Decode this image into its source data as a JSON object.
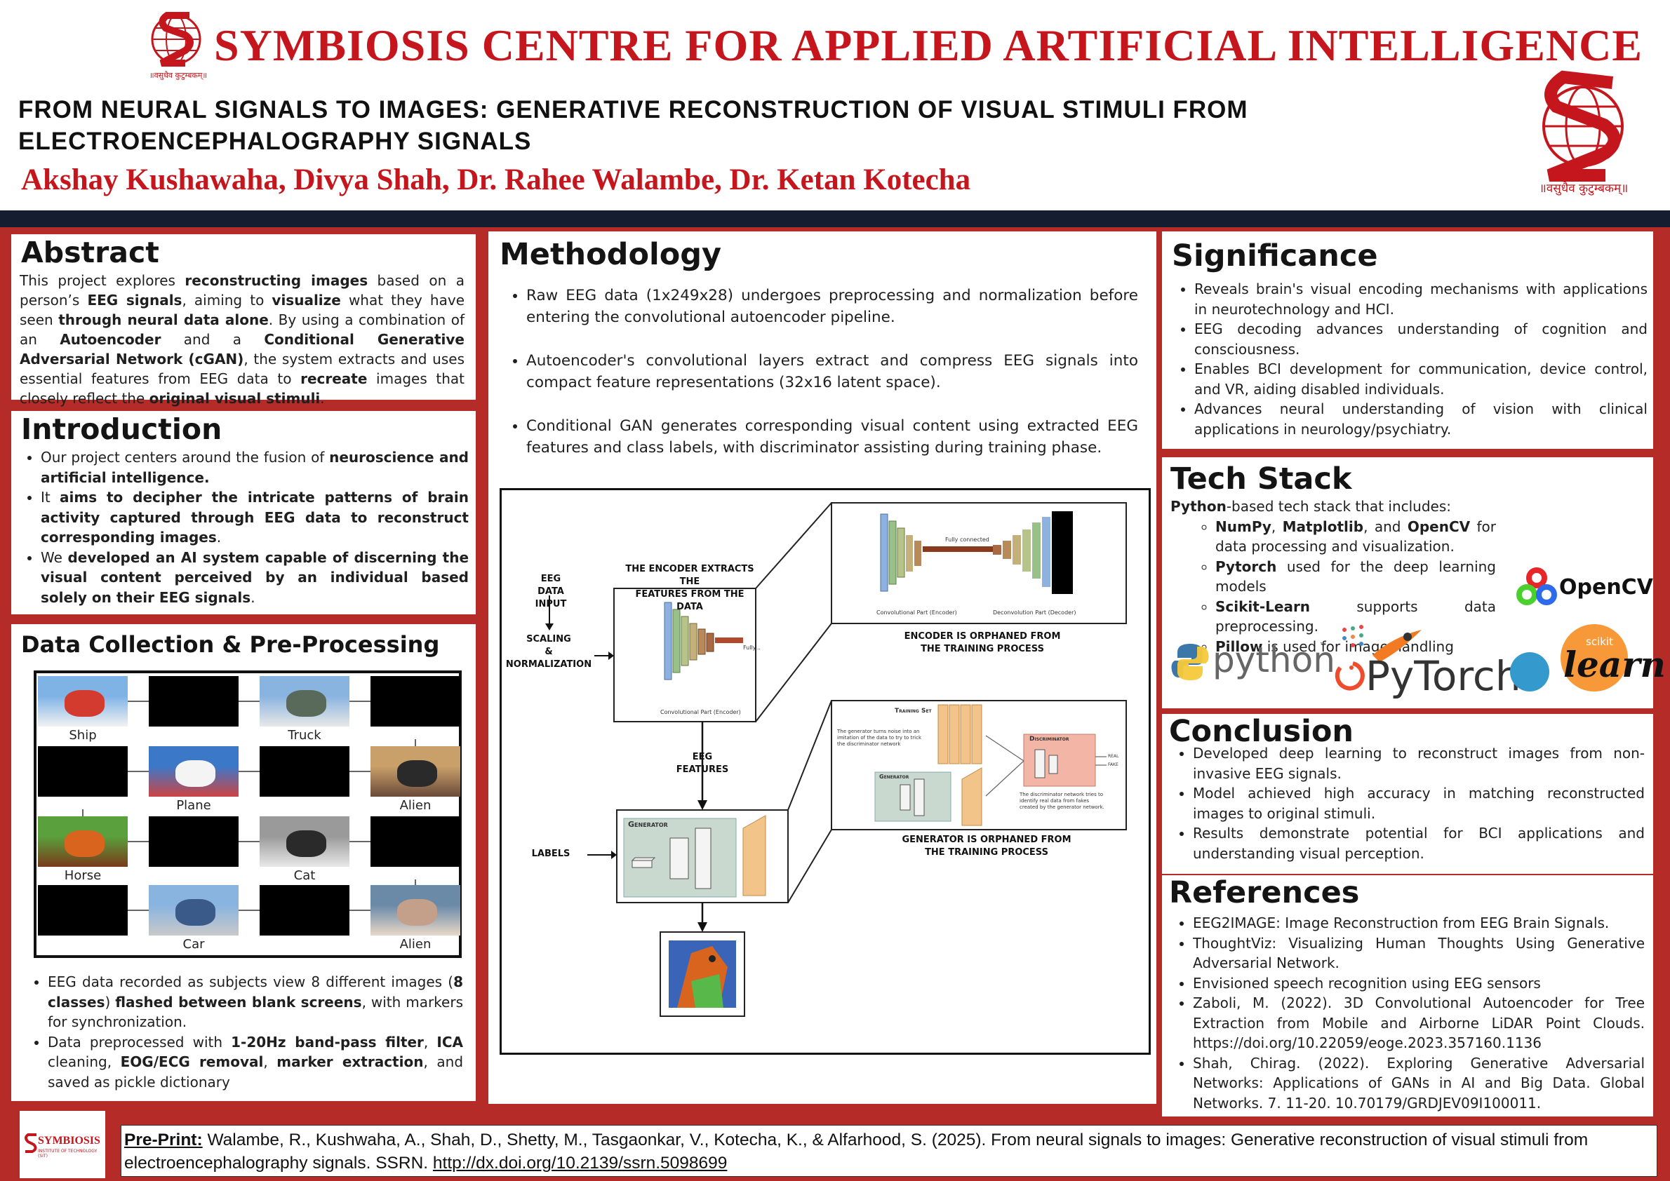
{
  "header": {
    "banner_title": "SYMBIOSIS CENTRE FOR APPLIED ARTIFICIAL INTELLIGENCE",
    "poster_title": "FROM NEURAL SIGNALS TO IMAGES: GENERATIVE RECONSTRUCTION OF VISUAL STIMULI FROM ELECTROENCEPHALOGRAPHY SIGNALS",
    "authors": "Akshay Kushawaha, Divya Shah, Dr. Rahee Walambe, Dr. Ketan Kotecha",
    "motto": "॥वसुधैव कुटुम्बकम्॥"
  },
  "abstract": {
    "heading": "Abstract",
    "parts": [
      {
        "t": "This project explores ",
        "b": false
      },
      {
        "t": "reconstructing images",
        "b": true
      },
      {
        "t": " based on a person’s ",
        "b": false
      },
      {
        "t": "EEG signals",
        "b": true
      },
      {
        "t": ", aiming to ",
        "b": false
      },
      {
        "t": "visualize",
        "b": true
      },
      {
        "t": " what they have seen ",
        "b": false
      },
      {
        "t": "through neural data alone",
        "b": true
      },
      {
        "t": ". By using a combination of an ",
        "b": false
      },
      {
        "t": "Autoencoder",
        "b": true
      },
      {
        "t": " and a ",
        "b": false
      },
      {
        "t": "Conditional Generative Adversarial Network (cGAN)",
        "b": true
      },
      {
        "t": ", the system extracts and uses essential features from EEG data to ",
        "b": false
      },
      {
        "t": "recreate",
        "b": true
      },
      {
        "t": " images that closely reflect the ",
        "b": false
      },
      {
        "t": "original visual stimuli",
        "b": true
      },
      {
        "t": ".",
        "b": false
      }
    ]
  },
  "introduction": {
    "heading": "Introduction",
    "items": [
      [
        {
          "t": "Our project centers around the fusion of ",
          "b": false
        },
        {
          "t": "neuroscience and artificial intelligence.",
          "b": true
        }
      ],
      [
        {
          "t": "It ",
          "b": false
        },
        {
          "t": "aims to decipher the intricate patterns of brain activity captured through EEG data to reconstruct corresponding images",
          "b": true
        },
        {
          "t": ".",
          "b": false
        }
      ],
      [
        {
          "t": "We ",
          "b": false
        },
        {
          "t": "developed an AI system capable of discerning the visual content perceived by an individual based solely on their EEG signals",
          "b": true
        },
        {
          "t": ".",
          "b": false
        }
      ]
    ]
  },
  "data_collection": {
    "heading": "Data Collection & Pre-Processing",
    "image_labels": [
      "Ship",
      "Truck",
      "Plane",
      "Alien",
      "Horse",
      "Cat",
      "Car",
      "Alien"
    ],
    "items": [
      [
        {
          "t": "EEG data recorded as subjects view 8 different images (",
          "b": false
        },
        {
          "t": "8 classes",
          "b": true
        },
        {
          "t": ") ",
          "b": false
        },
        {
          "t": "flashed between blank screens",
          "b": true
        },
        {
          "t": ", with markers for synchronization.",
          "b": false
        }
      ],
      [
        {
          "t": "Data preprocessed with ",
          "b": false
        },
        {
          "t": "1-20Hz band-pass filter",
          "b": true
        },
        {
          "t": ", ",
          "b": false
        },
        {
          "t": "ICA",
          "b": true
        },
        {
          "t": " cleaning, ",
          "b": false
        },
        {
          "t": "EOG/ECG removal",
          "b": true
        },
        {
          "t": ", ",
          "b": false
        },
        {
          "t": "marker extraction",
          "b": true
        },
        {
          "t": ", and saved as pickle dictionary",
          "b": false
        }
      ]
    ]
  },
  "methodology": {
    "heading": "Methodology",
    "items": [
      "Raw EEG data (1x249x28) undergoes preprocessing and normalization before entering the convolutional autoencoder pipeline.",
      "Autoencoder's convolutional layers extract and compress EEG signals into compact feature representations (32x16 latent space).",
      "Conditional GAN generates corresponding visual content using extracted EEG features and class labels, with discriminator assisting during training phase."
    ],
    "figure": {
      "eeg_input": "EEG\nDATA\nINPUT",
      "scaling": "SCALING\n&\nNORMALIZATION",
      "encoder_caption": "THE ENCODER EXTRACTS THE\nFEATURES FROM THE DATA",
      "conv_part": "Convolutional Part (Encoder)",
      "deconv_part": "Deconvolution Part (Decoder)",
      "fully_conn": "Fully connected",
      "fully": "Fully...",
      "encoder_orphaned": "ENCODER IS ORPHANED FROM\nTHE TRAINING PROCESS",
      "eeg_features": "EEG\nFEATURES",
      "labels": "LABELS",
      "generator": "Generator",
      "training_set": "Training Set",
      "discriminator": "Discriminator",
      "gen_note": "The generator turns noise into an imitation of the data to try to trick the discriminator network",
      "disc_note": "The discriminator network tries to identify real data from fakes created by the generator network.",
      "real": "REAL",
      "fake": "FAKE",
      "generator_orphaned": "GENERATOR IS ORPHANED FROM\nTHE TRAINING PROCESS"
    }
  },
  "significance": {
    "heading": "Significance",
    "items": [
      "Reveals brain's visual encoding mechanisms with applications in neurotechnology and HCI.",
      "EEG decoding advances understanding of cognition and consciousness.",
      "Enables BCI development for communication, device control, and VR, aiding disabled individuals.",
      "Advances neural understanding of vision with clinical applications in neurology/psychiatry."
    ]
  },
  "tech_stack": {
    "heading": "Tech Stack",
    "intro_bold": "Python",
    "intro_rest": "-based tech stack that includes:",
    "items": [
      [
        {
          "t": "NumPy",
          "b": true
        },
        {
          "t": ", ",
          "b": false
        },
        {
          "t": "Matplotlib",
          "b": true
        },
        {
          "t": ", and ",
          "b": false
        },
        {
          "t": "OpenCV",
          "b": true
        },
        {
          "t": " for data processing and visualization.",
          "b": false
        }
      ],
      [
        {
          "t": "Pytorch",
          "b": true
        },
        {
          "t": " used for the deep learning models",
          "b": false
        }
      ],
      [
        {
          "t": "Scikit-Learn",
          "b": true
        },
        {
          "t": " supports data preprocessing.",
          "b": false
        }
      ],
      [
        {
          "t": "Pillow",
          "b": true
        },
        {
          "t": " is used for image handling",
          "b": false
        }
      ]
    ],
    "logos": {
      "opencv": "OpenCV",
      "python": "python",
      "pytorch": "PyTorch",
      "scikit_small": "scikit",
      "learn": "learn",
      "tm": "™"
    }
  },
  "conclusion": {
    "heading": "Conclusion",
    "items": [
      "Developed deep learning to reconstruct images from non-invasive EEG signals.",
      "Model achieved high accuracy in matching reconstructed images to original stimuli.",
      "Results demonstrate potential for BCI applications and understanding visual perception."
    ]
  },
  "references": {
    "heading": "References",
    "items": [
      "EEG2IMAGE: Image Reconstruction from EEG Brain Signals.",
      "ThoughtViz: Visualizing Human Thoughts Using Generative Adversarial Network.",
      "Envisioned speech recognition using EEG sensors",
      "Zaboli, M. (2022). 3D Convolutional Autoencoder for Tree Extraction from Mobile and Airborne LiDAR Point Clouds. https://doi.org/10.22059/eoge.2023.357160.1136",
      "Shah, Chirag. (2022). Exploring Generative Adversarial Networks: Applications of GANs in AI and Big Data. Global Networks. 7. 11-20. 10.70179/GRDJEV09I100011."
    ]
  },
  "footer": {
    "label": "Pre-Print:",
    "citation": " Walambe, R., Kushwaha, A., Shah, D., Shetty, M., Tasgaonkar, V., Kotecha, K., & Alfarhood, S. (2025). From neural signals to images: Generative reconstruction of visual stimuli from electroencephalography signals. SSRN. ",
    "link": "http://dx.doi.org/10.2139/ssrn.5098699",
    "logo_text": "SYMBIOSIS",
    "logo_sub": "INSTITUTE OF TECHNOLOGY (SIT)"
  },
  "colors": {
    "brand_red": "#c4161c",
    "panel_red": "#b52b27",
    "navy": "#141e30"
  }
}
